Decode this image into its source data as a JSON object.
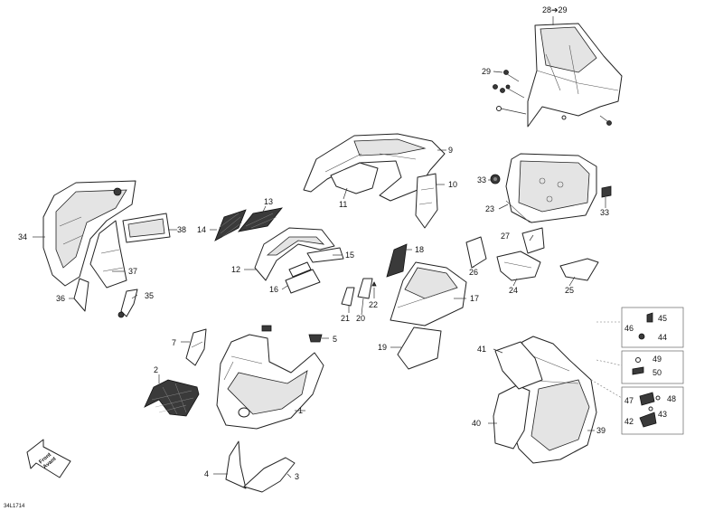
{
  "callouts": {
    "c1": "1",
    "c2": "2",
    "c3": "3",
    "c4": "4",
    "c5": "5",
    "c7": "7",
    "c9": "9",
    "c10": "10",
    "c11": "11",
    "c12": "12",
    "c13": "13",
    "c14": "14",
    "c15": "15",
    "c16": "16",
    "c17": "17",
    "c18": "18",
    "c19": "19",
    "c20": "20",
    "c21": "21",
    "c22": "22",
    "c23": "23",
    "c24": "24",
    "c25": "25",
    "c26": "26",
    "c27": "27",
    "c28_29": "28➔29",
    "c29": "29",
    "c33a": "33",
    "c33b": "33",
    "c34": "34",
    "c35": "35",
    "c36": "36",
    "c37": "37",
    "c38": "38",
    "c39": "39",
    "c40": "40",
    "c41": "41",
    "c42": "42",
    "c43": "43",
    "c44": "44",
    "c45": "45",
    "c46": "46",
    "c47": "47",
    "c48": "48",
    "c49": "49",
    "c50": "50"
  },
  "direction_arrow": {
    "line1": "Front",
    "line2": "Avant"
  },
  "drawing_code": "34L1714"
}
